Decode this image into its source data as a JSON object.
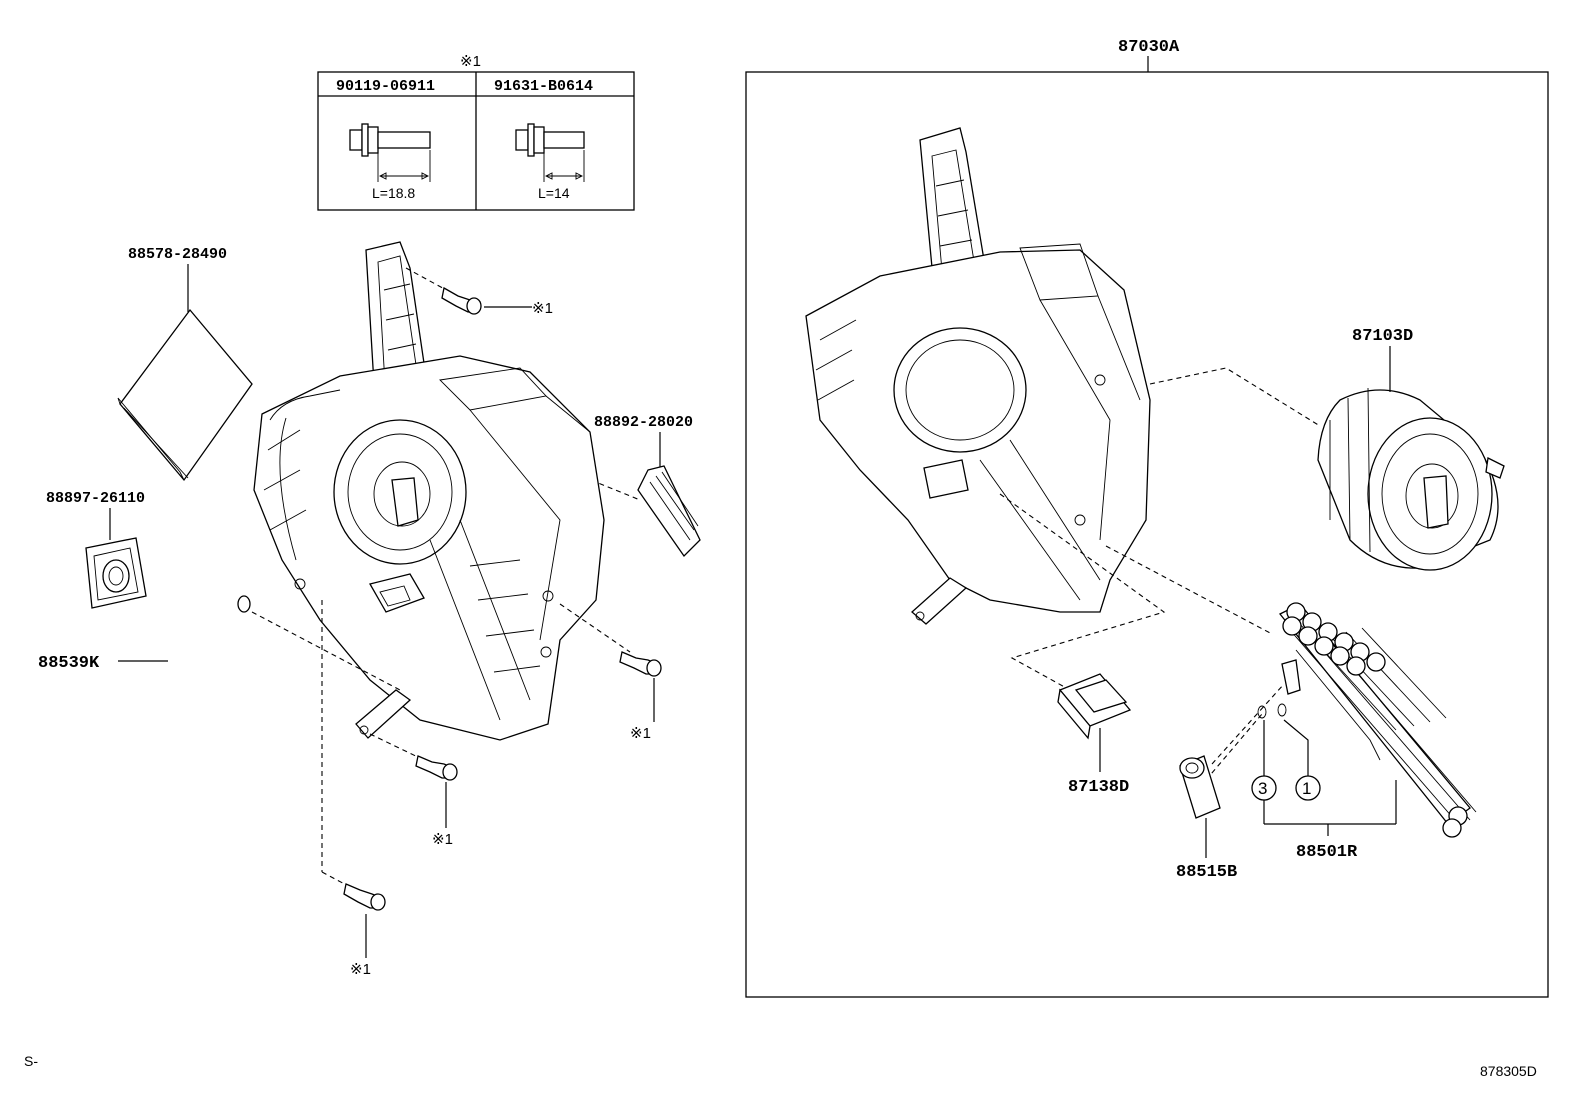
{
  "bolt_table": {
    "header_note": "※1",
    "columns": [
      {
        "part_no": "90119-06911",
        "dimension": "L=18.8"
      },
      {
        "part_no": "91631-B0614",
        "dimension": "L=14"
      }
    ]
  },
  "left_assembly": {
    "labels": {
      "filter": "88578-28490",
      "grommet": "88897-26110",
      "hose": "88539K",
      "cover": "88892-28020"
    },
    "bolt_notes": [
      "※1",
      "※1",
      "※1",
      "※1"
    ]
  },
  "unit_box": {
    "title": "87030A",
    "labels": {
      "blower_motor": "87103D",
      "resistor": "87138D",
      "expansion_valve": "88515B",
      "evaporator": "88501R"
    },
    "circled_refs": [
      "3",
      "1"
    ]
  },
  "footer": {
    "left_code": "S-",
    "figure_no": "878305D"
  }
}
